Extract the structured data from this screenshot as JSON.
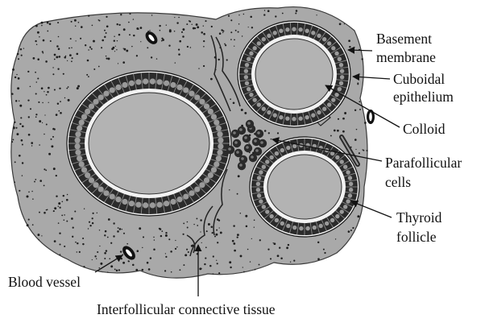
{
  "labels": {
    "basement_membrane": [
      "Basement",
      "membrane"
    ],
    "cuboidal_epithelium": [
      "Cuboidal",
      "epithelium"
    ],
    "colloid": "Colloid",
    "parafollicular_cells": [
      "Parafollicular",
      "cells"
    ],
    "thyroid_follicle": [
      "Thyroid",
      "follicle"
    ],
    "blood_vessel": "Blood vessel",
    "interfollicular_tissue": "Interfollicular connective tissue"
  },
  "colors": {
    "tissue": "#a9a9a9",
    "colloid": "#b3b3b3",
    "epithelium": "#2b2b2b",
    "lumen_rim": "#f2f2f2",
    "ink": "#111111"
  }
}
